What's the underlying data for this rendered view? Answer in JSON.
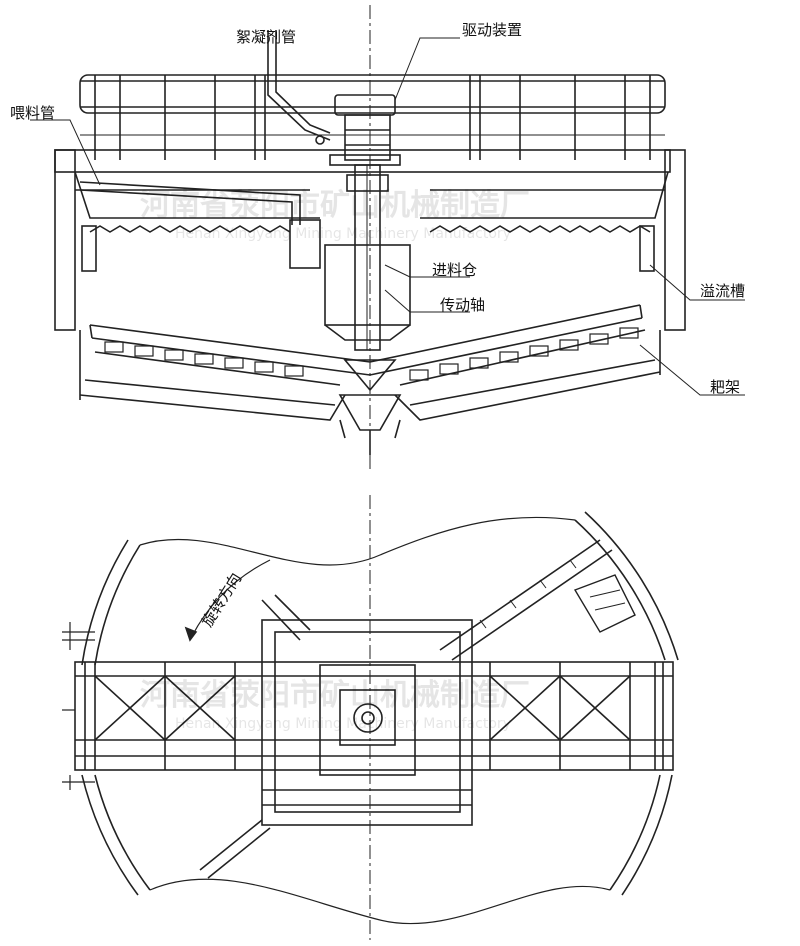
{
  "labels": {
    "flocculant_pipe": "絮凝剂管",
    "drive_unit": "驱动装置",
    "feed_pipe": "喂料管",
    "feed_well": "进料仓",
    "drive_shaft": "传动轴",
    "overflow_trough": "溢流槽",
    "rake_frame": "耙架",
    "rotation_direction": "旋转方向"
  },
  "watermark": {
    "cn": "河南省荥阳市矿山机械制造厂",
    "en": "Henan Xingyang Mining Machinery Manufactory"
  },
  "colors": {
    "line": "#222222",
    "background": "#ffffff"
  }
}
